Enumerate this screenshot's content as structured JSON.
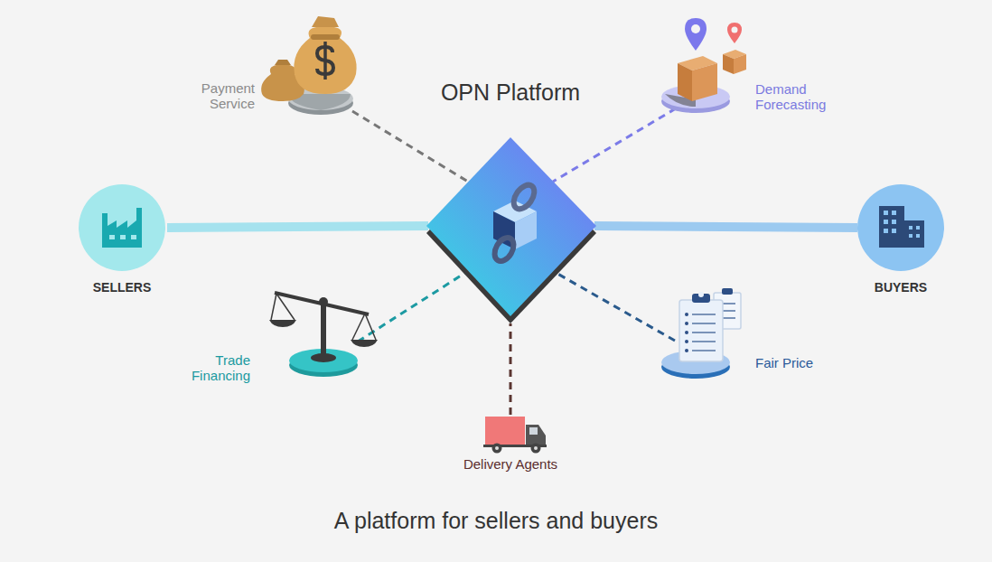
{
  "diagram": {
    "caption": "A platform for sellers and buyers",
    "nodes": [
      {
        "text": [
          "Payment Service"
        ]
      },
      {
        "text": [
          "OPN Platform"
        ]
      },
      {
        "text": [
          "Demand Forecasting"
        ]
      },
      {
        "text": [
          "SELLERS"
        ]
      },
      {
        "text": [
          "BUYERS"
        ]
      },
      {
        "text": [
          "Trade Financing"
        ]
      },
      {
        "text": [
          "Fair Price"
        ]
      },
      {
        "text": [
          "Delivery Agents"
        ]
      }
    ],
    "edges": [
      {
        "from": 3,
        "to": 1,
        "arrow": "none"
      },
      {
        "from": 1,
        "to": 4,
        "arrow": "none"
      },
      {
        "from": 0,
        "to": 1,
        "arrow": "none"
      },
      {
        "from": 2,
        "to": 1,
        "arrow": "none"
      },
      {
        "from": 5,
        "to": 1,
        "arrow": "none"
      },
      {
        "from": 6,
        "to": 1,
        "arrow": "none"
      },
      {
        "from": 7,
        "to": 1,
        "arrow": "none"
      }
    ]
  }
}
